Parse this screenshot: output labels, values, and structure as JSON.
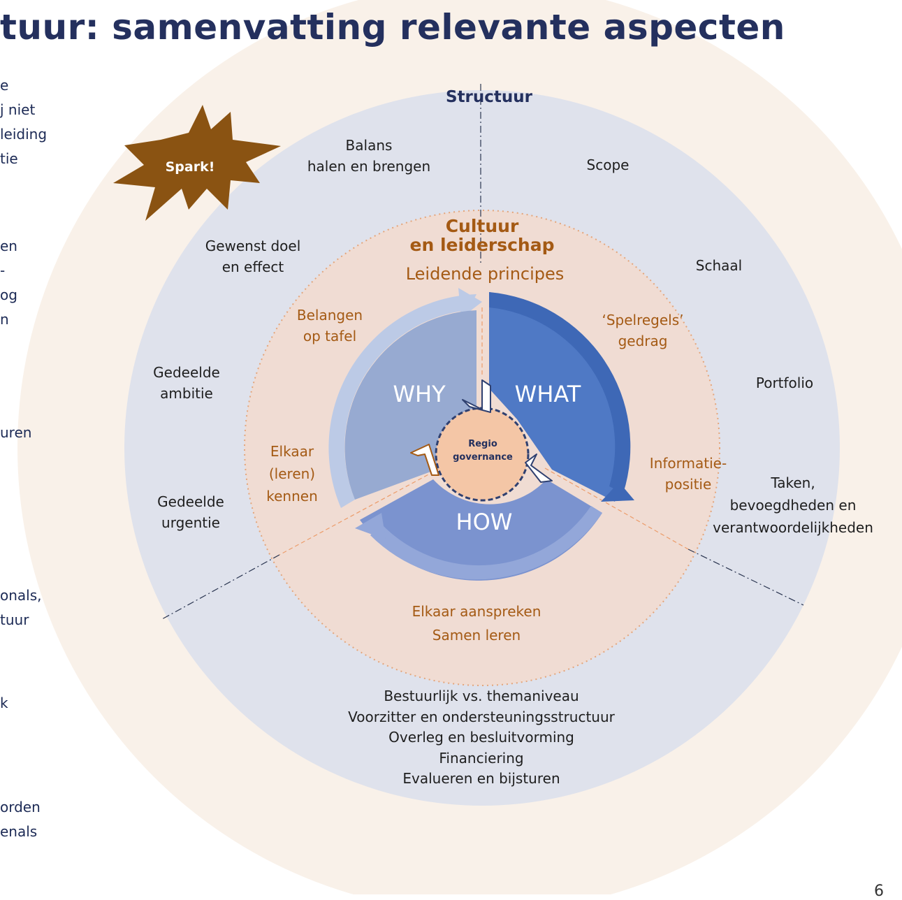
{
  "title": "tuur: samenvatting relevante aspecten",
  "left_fragments": [
    "e",
    "j niet",
    "leiding",
    "tie",
    "en",
    "-",
    "og",
    "n",
    "uren",
    "onals,",
    "tuur",
    "k",
    "orden",
    "enals"
  ],
  "spark": "Spark!",
  "outer_ring": {
    "heading": "Structuur",
    "balans": [
      "Balans",
      "halen en brengen"
    ],
    "scope": "Scope",
    "gewenst": [
      "Gewenst doel",
      "en effect"
    ],
    "schaal": "Schaal",
    "ambitie": [
      "Gedeelde",
      "ambitie"
    ],
    "portfolio": "Portfolio",
    "urgentie": [
      "Gedeelde",
      "urgentie"
    ],
    "taken": [
      "Taken,",
      "bevoegdheden en",
      "verantwoordelijkheden"
    ],
    "bottom": [
      "Bestuurlijk vs. themaniveau",
      "Voorzitter en ondersteuningsstructuur",
      "Overleg en besluitvorming",
      "Financiering",
      "Evalueren en bijsturen"
    ]
  },
  "middle_ring": {
    "heading": [
      "Cultuur",
      "en leiderschap"
    ],
    "principes": "Leidende principes",
    "belangen": [
      "Belangen",
      "op tafel"
    ],
    "spelregels": [
      "‘Spelregels’",
      "gedrag"
    ],
    "elkaar_kennen": [
      "Elkaar",
      "(leren)",
      "kennen"
    ],
    "informatie": [
      "Informatie-",
      "positie"
    ],
    "aanspreken": "Elkaar aanspreken",
    "leren": "Samen leren"
  },
  "inner": {
    "why": "WHY",
    "what": "WHAT",
    "how": "HOW",
    "center": [
      "Regio",
      "governance"
    ]
  },
  "page_number": "6",
  "colors": {
    "outer_bg": "#f9f1e9",
    "structuur_ring": "#dfe2ec",
    "cultuur_ring": "#f0dcd3",
    "why": "#97aad1",
    "what": "#4f79c5",
    "how": "#7b93cf",
    "center": "#f4c6a6",
    "spark": "#8a5312",
    "title": "#24305e",
    "orange_text": "#a45a14"
  }
}
